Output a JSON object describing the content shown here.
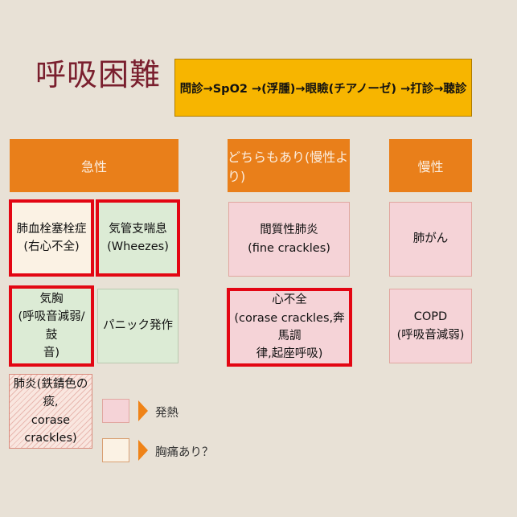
{
  "title": "呼吸困難",
  "flow": "問診→SpO2 →(浮腫)→眼瞼(チアノーゼ) →打診→聴診",
  "headers": {
    "acute": "急性",
    "both": "どちらもあり(慢性より)",
    "chronic": "慢性"
  },
  "boxes": {
    "pe": {
      "line1": "肺血栓塞栓症",
      "line2": "(右心不全)"
    },
    "asthma": {
      "line1": "気管支喘息",
      "line2": "(Wheezes)"
    },
    "pneumothorax": {
      "line1": "気胸",
      "line2": "(呼吸音減弱/鼓",
      "line3": "音)"
    },
    "panic": {
      "line1": "パニック発作"
    },
    "ip": {
      "line1": "間質性肺炎",
      "line2": "(fine crackles)"
    },
    "hf": {
      "line1": "心不全",
      "line2": "(corase crackles,奔馬調",
      "line3": "律,起座呼吸)"
    },
    "lungca": {
      "line1": "肺がん"
    },
    "copd": {
      "line1": "COPD",
      "line2": "(呼吸音減弱)"
    },
    "pneumonia": {
      "line1": "肺炎(鉄錆色の痰,",
      "line2": "corase",
      "line3": "crackles)"
    }
  },
  "legend": {
    "fever": "発熱",
    "chest_pain": "胸痛あり？"
  },
  "colors": {
    "orange_header": "#e97f1a",
    "flow_yellow": "#f7b500",
    "pink_fever": "#f5d3d7",
    "beige_chest_pain": "#fbf2e4",
    "green": "#dcebd5",
    "red_border": "#e30613",
    "title": "#7a1f2e"
  }
}
